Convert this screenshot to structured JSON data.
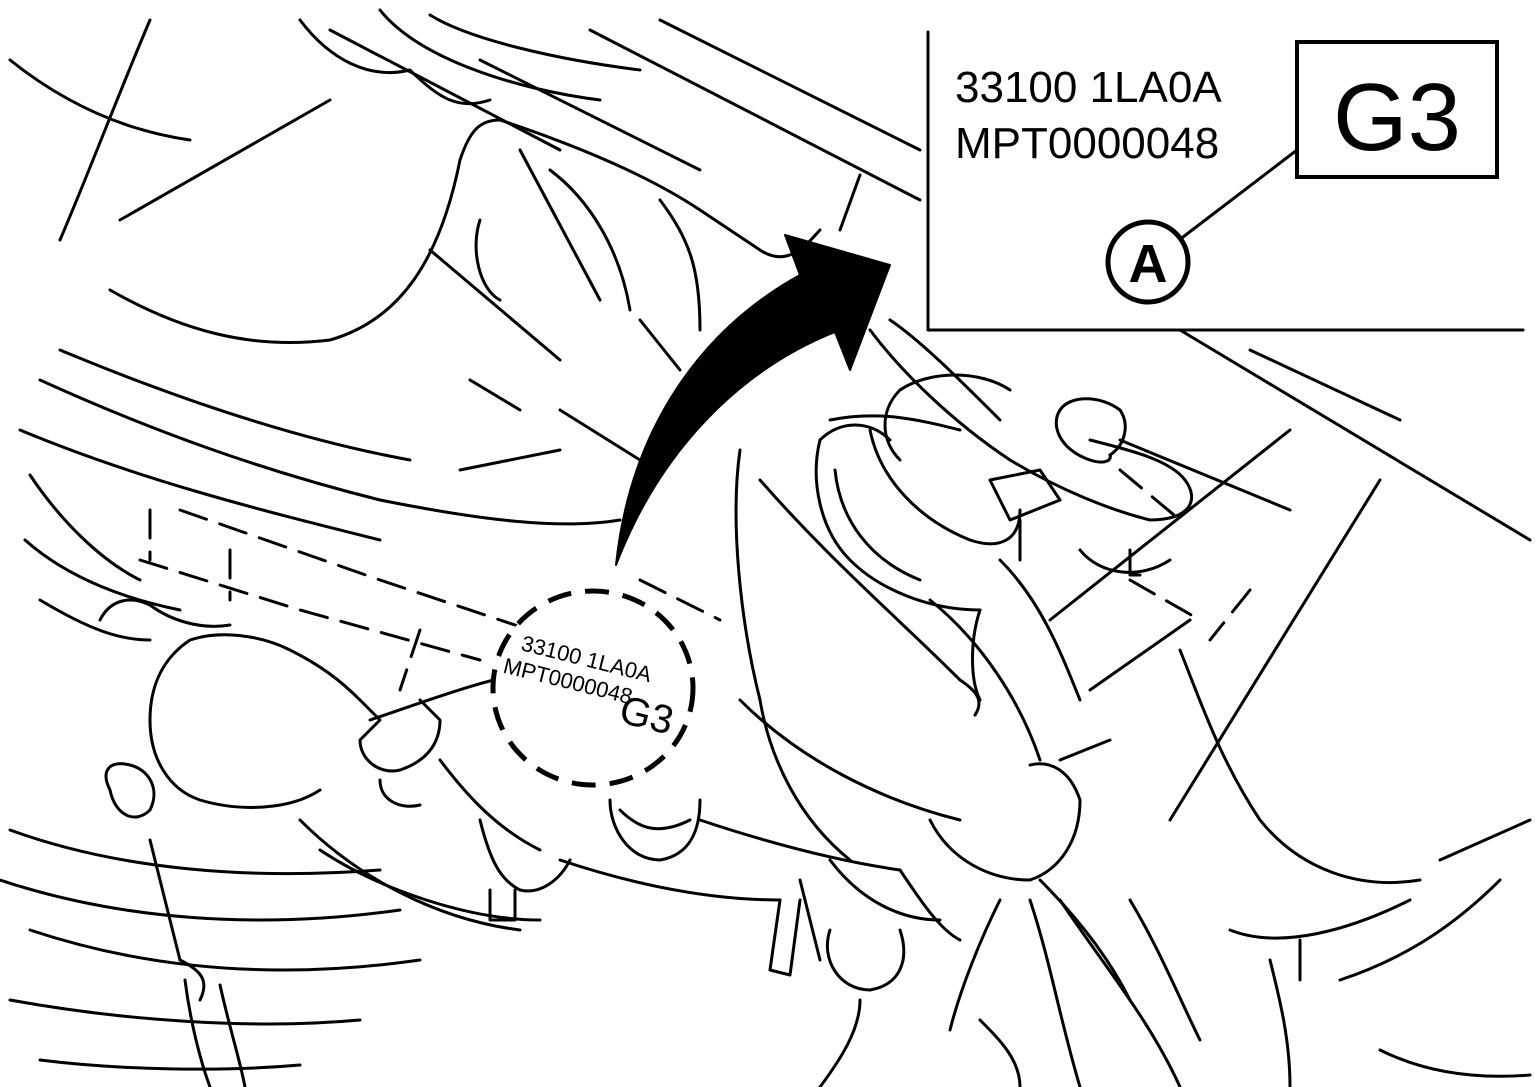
{
  "callout": {
    "part_number": "33100 1LA0A",
    "serial": "MPT0000048",
    "code": "G3",
    "marker": "A"
  },
  "stamp": {
    "part_number": "33100 1LA0A",
    "serial": "MPT0000048",
    "code": "G3"
  },
  "colors": {
    "line": "#000000",
    "background": "#ffffff"
  },
  "icons": {
    "arrow": "curved-arrow-icon",
    "marker": "circled-letter-icon"
  }
}
